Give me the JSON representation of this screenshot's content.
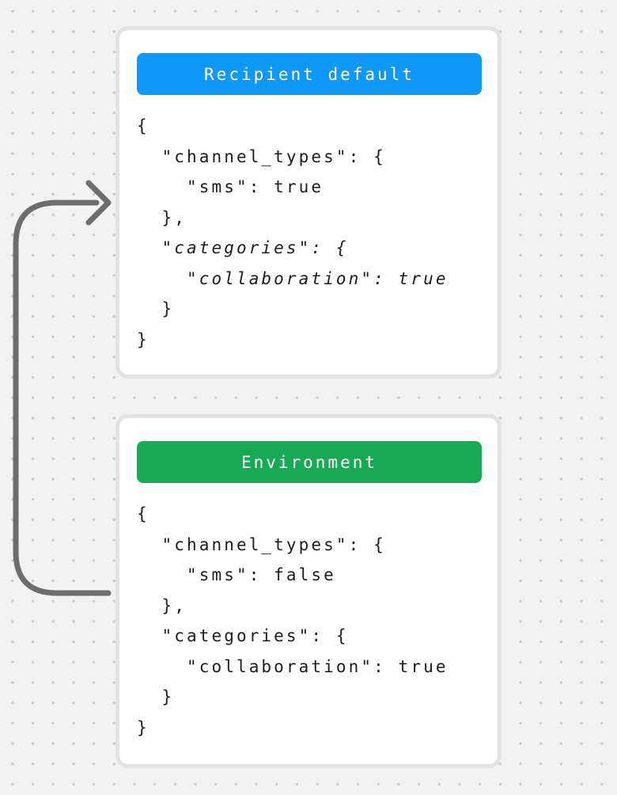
{
  "canvas": {
    "background_color": "#f2f2f2",
    "dot_color": "#c7c7c7"
  },
  "arrow": {
    "color": "#6d6d6d"
  },
  "cards": [
    {
      "title": "Recipient default",
      "header_color": "#1097fa",
      "header_text_color": "#ffffff",
      "code_lines": [
        {
          "text": "{"
        },
        {
          "text": "  \"channel_types\": {"
        },
        {
          "text": "    \"sms\": true"
        },
        {
          "text": "  },"
        },
        {
          "text": "  \"categories\": {",
          "emphasis": true
        },
        {
          "text": "    \"collaboration\": true",
          "emphasis": true
        },
        {
          "text": "  }"
        },
        {
          "text": "}"
        }
      ]
    },
    {
      "title": "Environment",
      "header_color": "#18a957",
      "header_text_color": "#ffffff",
      "code_lines": [
        {
          "text": "{"
        },
        {
          "text": "  \"channel_types\": {"
        },
        {
          "text": "    \"sms\": false"
        },
        {
          "text": "  },"
        },
        {
          "text": "  \"categories\": {"
        },
        {
          "text": "    \"collaboration\": true"
        },
        {
          "text": "  }"
        },
        {
          "text": "}"
        }
      ]
    }
  ]
}
